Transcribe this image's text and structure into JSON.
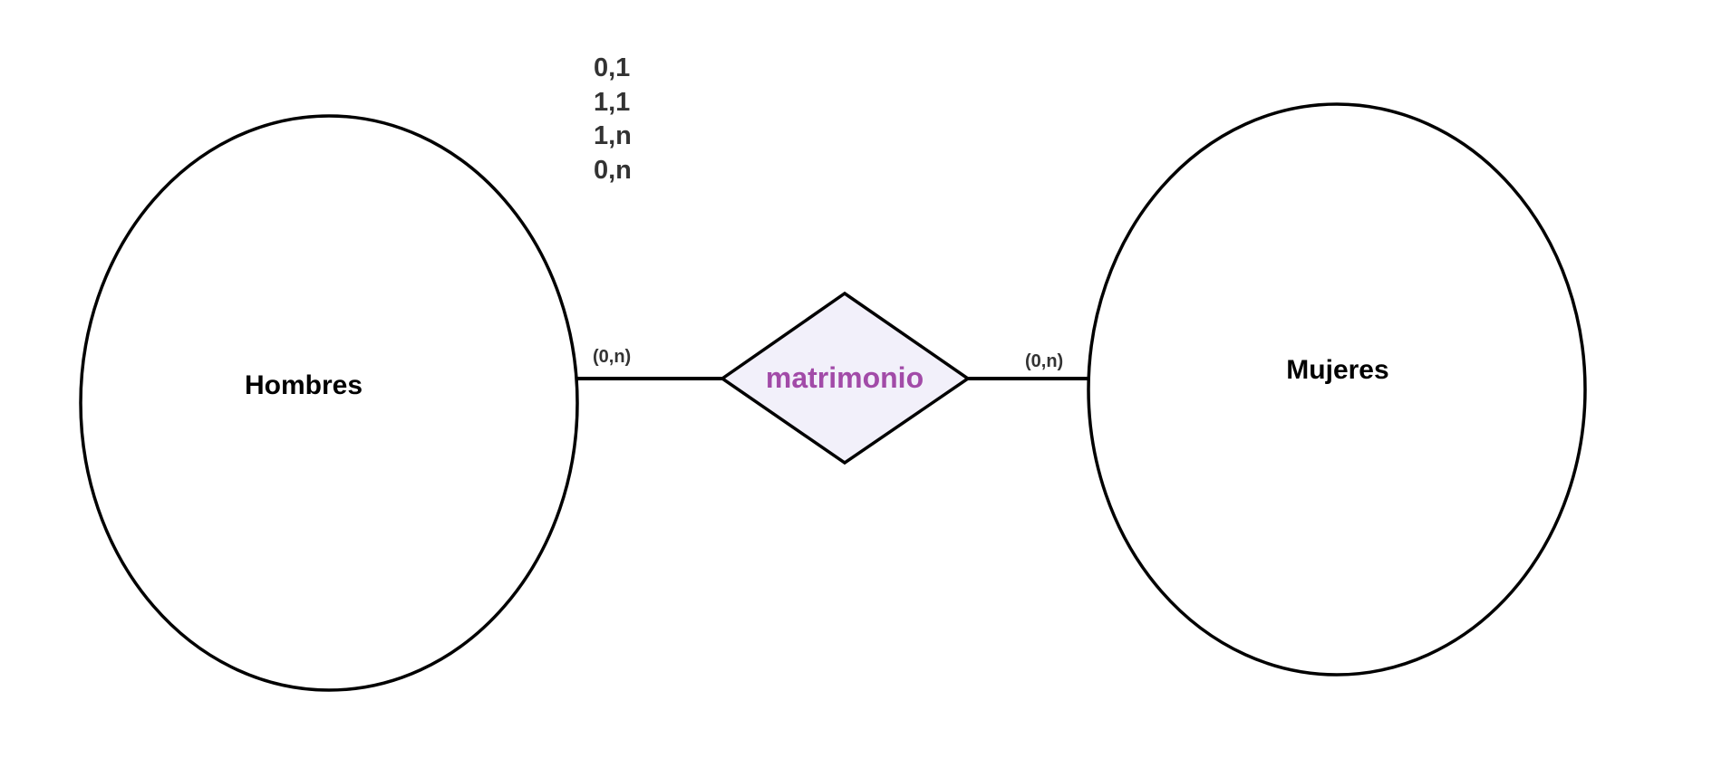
{
  "entities": {
    "left": {
      "label": "Hombres"
    },
    "right": {
      "label": "Mujeres"
    }
  },
  "relationship": {
    "label": "matrimonio",
    "label_color": "#a24ba8",
    "fill_color": "#f2f0fa"
  },
  "cardinalities": {
    "left": "(0,n)",
    "right": "(0,n)"
  },
  "legend": {
    "items": [
      "0,1",
      "1,1",
      "1,n",
      "0,n"
    ]
  }
}
